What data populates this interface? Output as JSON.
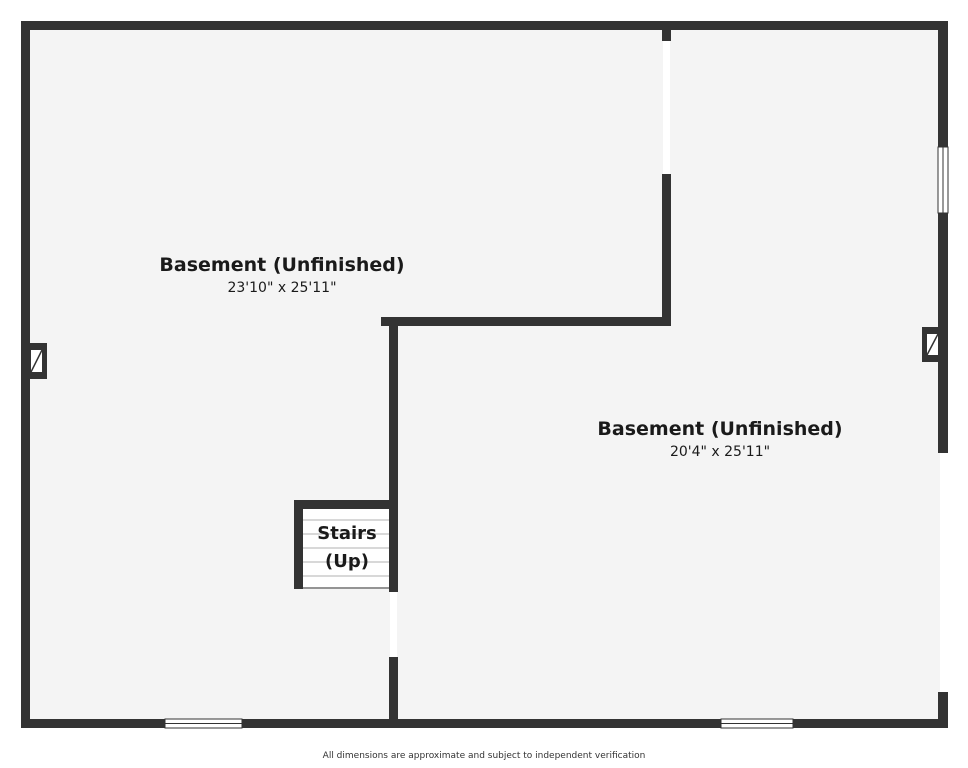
{
  "rooms": [
    {
      "name": "Basement (Unfinished)",
      "dimensions": "23'10\" x 25'11\""
    },
    {
      "name": "Basement (Unfinished)",
      "dimensions": "20'4\" x 25'11\""
    }
  ],
  "stairs": {
    "line1": "Stairs",
    "line2": "(Up)"
  },
  "disclaimer": "All dimensions are approximate and subject to independent verification",
  "colors": {
    "wall": "#333333",
    "floor": "#f4f4f4",
    "opening": "#ffffff"
  }
}
